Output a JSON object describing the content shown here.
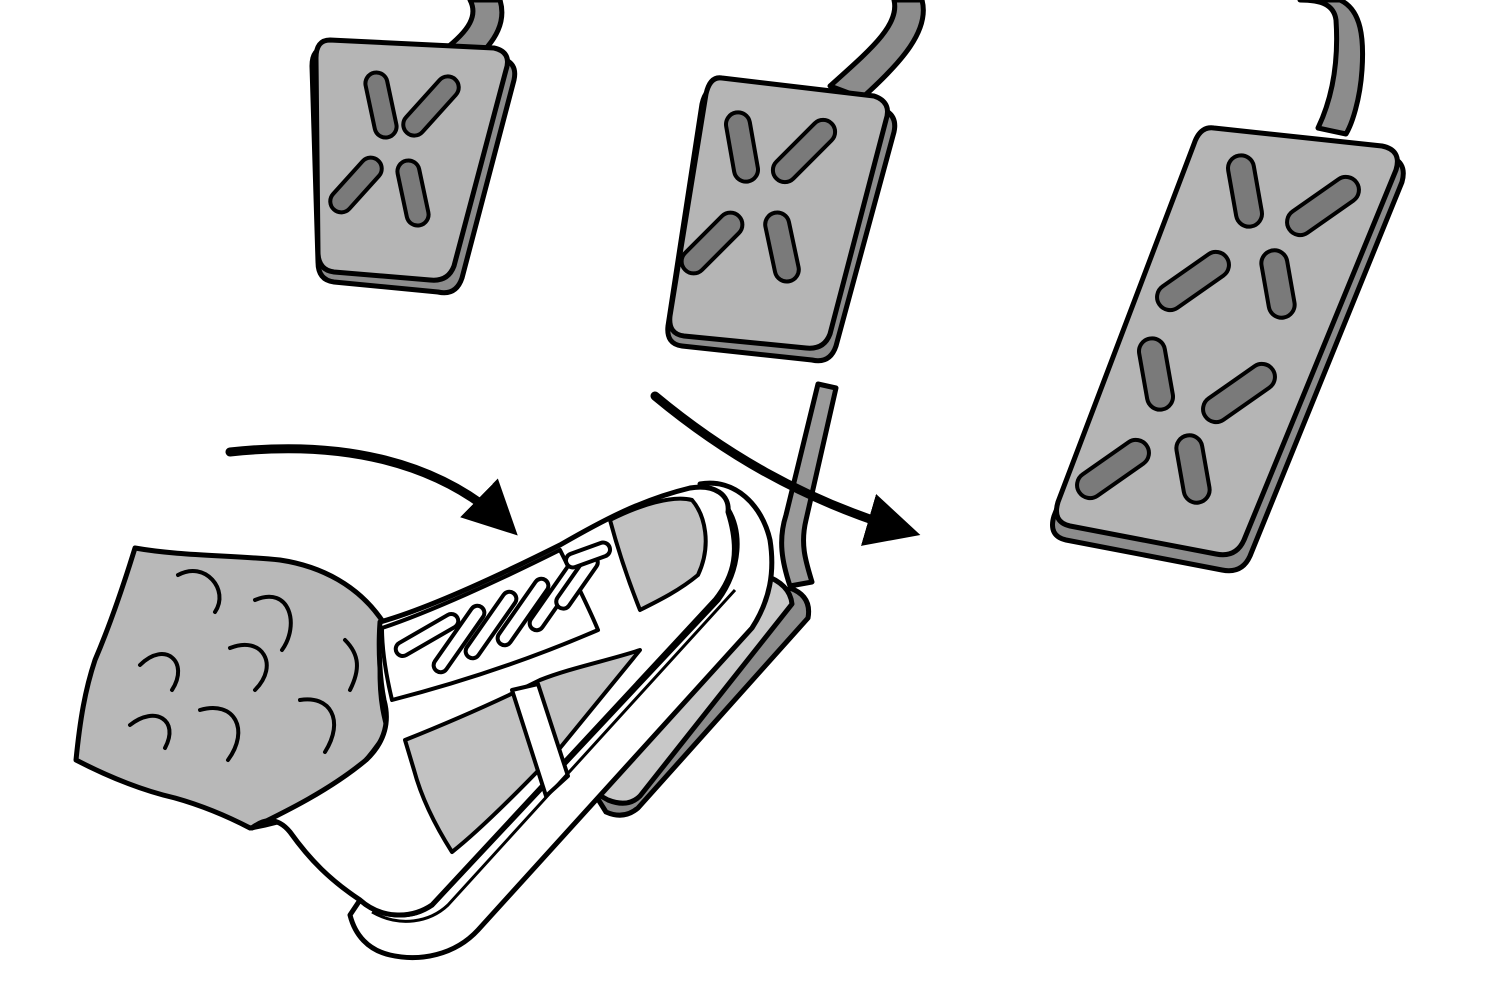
{
  "colors": {
    "background": "#ffffff",
    "outline": "#000000",
    "pedal_face": "#b5b5b5",
    "pedal_edge": "#8c8c8c",
    "pedal_grip": "#7a7a7a",
    "grip_highlight": "#cfcfcf",
    "trouser": "#b8b8b8",
    "shoe_panel": "#c2c2c2",
    "shoe_white": "#ffffff"
  },
  "scene": {
    "pedals": [
      "left-pedal",
      "middle-pedal",
      "right-pedal"
    ],
    "foot": "shoe-on-pedal",
    "arrows": [
      "arrow-toward-pedal",
      "arrow-away-from-pedal"
    ]
  }
}
